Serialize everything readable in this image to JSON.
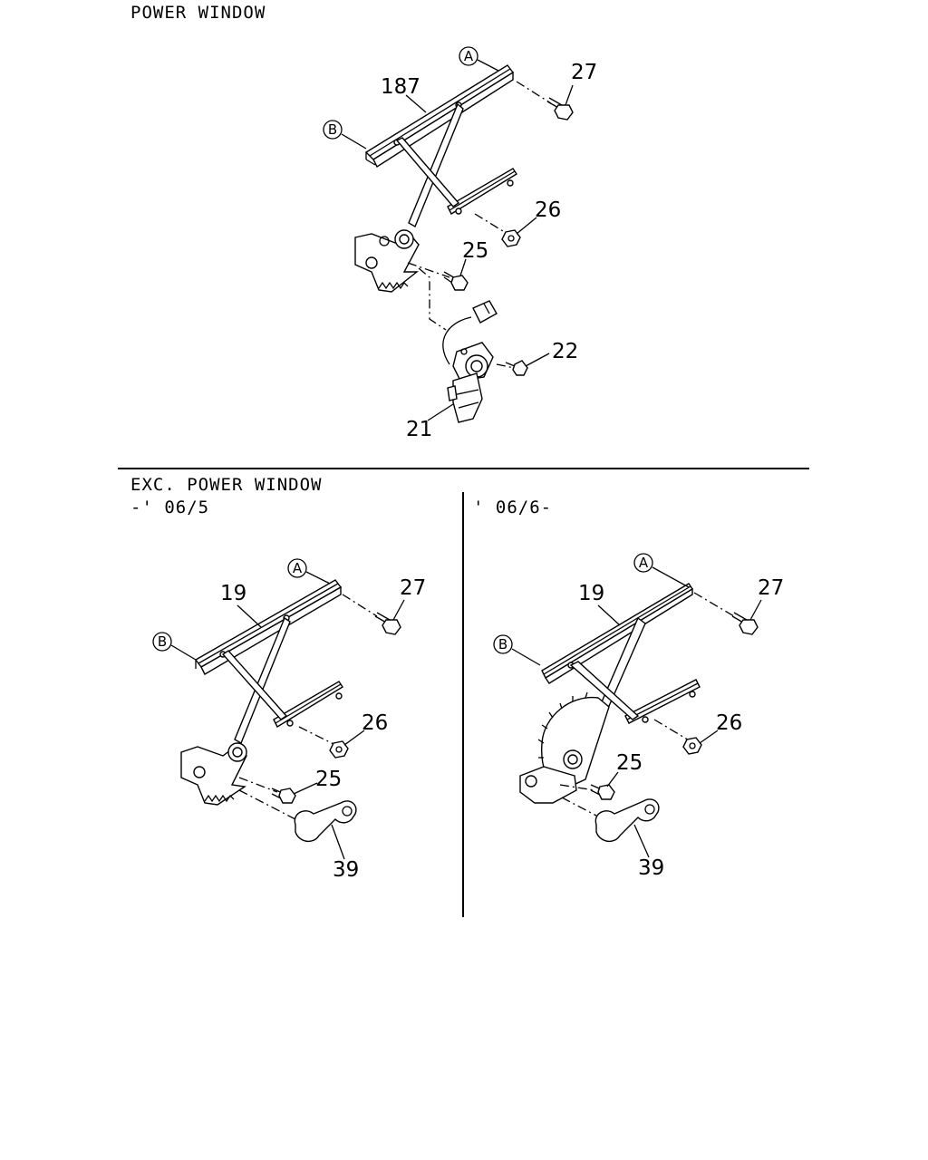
{
  "sections": {
    "power_window_title": "POWER WINDOW",
    "exc_power_window_title": "EXC. POWER WINDOW",
    "range_left": "-' 06/5",
    "range_right": "' 06/6-"
  },
  "callouts": {
    "a": "A",
    "b": "B"
  },
  "parts_top": {
    "regulator": "187",
    "bolt_27": "27",
    "nut_26": "26",
    "bolt_25": "25",
    "screw_22": "22",
    "motor_21": "21"
  },
  "parts_left": {
    "regulator": "19",
    "bolt_27": "27",
    "nut_26": "26",
    "bolt_25": "25",
    "handle_39": "39"
  },
  "parts_right": {
    "regulator": "19",
    "bolt_27": "27",
    "nut_26": "26",
    "bolt_25": "25",
    "handle_39": "39"
  }
}
